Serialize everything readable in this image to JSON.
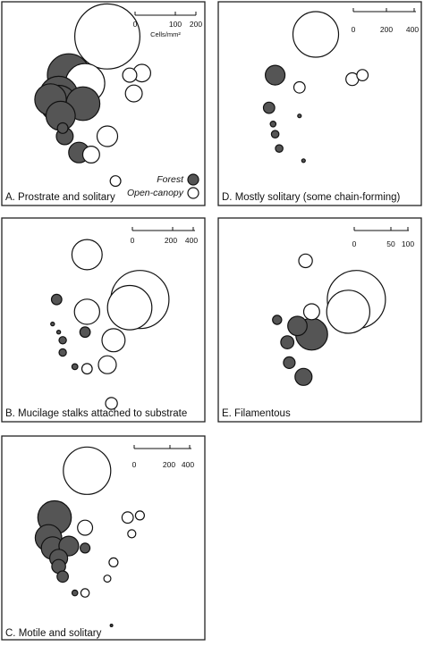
{
  "chart_data": [
    {
      "type": "bubble-map",
      "title": "A. Prostrate and solitary",
      "scale": {
        "ticks": [
          "0",
          "100",
          "200"
        ],
        "unit": "Cells/mm²"
      },
      "legend": [
        {
          "label": "Forest",
          "color": "#555555"
        },
        {
          "label": "Open-canopy",
          "color": "#ffffff"
        }
      ],
      "series": [
        {
          "name": "Forest",
          "points": [
            {
              "x": 0.33,
              "y": 0.36,
              "v": 130
            },
            {
              "x": 0.28,
              "y": 0.46,
              "v": 105
            },
            {
              "x": 0.24,
              "y": 0.48,
              "v": 70
            },
            {
              "x": 0.28,
              "y": 0.5,
              "v": 95
            },
            {
              "x": 0.29,
              "y": 0.56,
              "v": 60
            },
            {
              "x": 0.4,
              "y": 0.5,
              "v": 80
            },
            {
              "x": 0.31,
              "y": 0.66,
              "v": 20
            },
            {
              "x": 0.3,
              "y": 0.62,
              "v": 8
            },
            {
              "x": 0.38,
              "y": 0.74,
              "v": 30
            }
          ]
        },
        {
          "name": "Open-canopy",
          "points": [
            {
              "x": 0.52,
              "y": 0.17,
              "v": 300
            },
            {
              "x": 0.41,
              "y": 0.4,
              "v": 110
            },
            {
              "x": 0.63,
              "y": 0.36,
              "v": 14
            },
            {
              "x": 0.69,
              "y": 0.35,
              "v": 22
            },
            {
              "x": 0.65,
              "y": 0.45,
              "v": 20
            },
            {
              "x": 0.52,
              "y": 0.66,
              "v": 30
            },
            {
              "x": 0.44,
              "y": 0.75,
              "v": 20
            },
            {
              "x": 0.56,
              "y": 0.88,
              "v": 8
            }
          ]
        }
      ]
    },
    {
      "type": "bubble-map",
      "title": "D. Mostly solitary (some chain-forming)",
      "scale": {
        "ticks": [
          "0",
          "200",
          "400"
        ]
      },
      "series": [
        {
          "name": "Forest",
          "points": [
            {
              "x": 0.28,
              "y": 0.36,
              "v": 120
            },
            {
              "x": 0.25,
              "y": 0.52,
              "v": 40
            },
            {
              "x": 0.27,
              "y": 0.6,
              "v": 10
            },
            {
              "x": 0.28,
              "y": 0.65,
              "v": 18
            },
            {
              "x": 0.3,
              "y": 0.72,
              "v": 18
            },
            {
              "x": 0.4,
              "y": 0.56,
              "v": 4
            },
            {
              "x": 0.42,
              "y": 0.78,
              "v": 4
            }
          ]
        },
        {
          "name": "Open-canopy",
          "points": [
            {
              "x": 0.48,
              "y": 0.16,
              "v": 650
            },
            {
              "x": 0.4,
              "y": 0.42,
              "v": 40
            },
            {
              "x": 0.66,
              "y": 0.38,
              "v": 50
            },
            {
              "x": 0.71,
              "y": 0.36,
              "v": 40
            }
          ]
        }
      ]
    },
    {
      "type": "bubble-map",
      "title": "B. Mucilage stalks attached to substrate",
      "scale": {
        "ticks": [
          "0",
          "200",
          "400"
        ]
      },
      "series": [
        {
          "name": "Forest",
          "points": [
            {
              "x": 0.27,
              "y": 0.4,
              "v": 30
            },
            {
              "x": 0.25,
              "y": 0.52,
              "v": 4
            },
            {
              "x": 0.28,
              "y": 0.56,
              "v": 4
            },
            {
              "x": 0.3,
              "y": 0.6,
              "v": 15
            },
            {
              "x": 0.3,
              "y": 0.66,
              "v": 15
            },
            {
              "x": 0.36,
              "y": 0.73,
              "v": 10
            },
            {
              "x": 0.41,
              "y": 0.56,
              "v": 30
            }
          ]
        },
        {
          "name": "Open-canopy",
          "points": [
            {
              "x": 0.42,
              "y": 0.18,
              "v": 260
            },
            {
              "x": 0.42,
              "y": 0.46,
              "v": 180
            },
            {
              "x": 0.63,
              "y": 0.44,
              "v": 560
            },
            {
              "x": 0.68,
              "y": 0.4,
              "v": 960
            },
            {
              "x": 0.55,
              "y": 0.6,
              "v": 150
            },
            {
              "x": 0.52,
              "y": 0.72,
              "v": 90
            },
            {
              "x": 0.42,
              "y": 0.74,
              "v": 30
            },
            {
              "x": 0.54,
              "y": 0.91,
              "v": 40
            }
          ]
        }
      ]
    },
    {
      "type": "bubble-map",
      "title": "E. Filamentous",
      "scale": {
        "ticks": [
          "0",
          "50",
          "100"
        ]
      },
      "series": [
        {
          "name": "Forest",
          "points": [
            {
              "x": 0.46,
              "y": 0.57,
              "v": 60
            },
            {
              "x": 0.39,
              "y": 0.53,
              "v": 22
            },
            {
              "x": 0.29,
              "y": 0.5,
              "v": 5
            },
            {
              "x": 0.34,
              "y": 0.61,
              "v": 10
            },
            {
              "x": 0.35,
              "y": 0.71,
              "v": 8
            },
            {
              "x": 0.42,
              "y": 0.78,
              "v": 17
            }
          ]
        },
        {
          "name": "Open-canopy",
          "points": [
            {
              "x": 0.43,
              "y": 0.21,
              "v": 11
            },
            {
              "x": 0.68,
              "y": 0.4,
              "v": 200
            },
            {
              "x": 0.64,
              "y": 0.46,
              "v": 110
            },
            {
              "x": 0.46,
              "y": 0.46,
              "v": 15
            }
          ]
        }
      ]
    },
    {
      "type": "bubble-map",
      "title": "C. Motile and solitary",
      "scale": {
        "ticks": [
          "0",
          "200",
          "400"
        ]
      },
      "series": [
        {
          "name": "Forest",
          "points": [
            {
              "x": 0.26,
              "y": 0.4,
              "v": 350
            },
            {
              "x": 0.23,
              "y": 0.5,
              "v": 220
            },
            {
              "x": 0.25,
              "y": 0.55,
              "v": 160
            },
            {
              "x": 0.28,
              "y": 0.6,
              "v": 100
            },
            {
              "x": 0.33,
              "y": 0.54,
              "v": 120
            },
            {
              "x": 0.28,
              "y": 0.64,
              "v": 60
            },
            {
              "x": 0.3,
              "y": 0.69,
              "v": 40
            },
            {
              "x": 0.41,
              "y": 0.55,
              "v": 30
            },
            {
              "x": 0.36,
              "y": 0.77,
              "v": 10
            },
            {
              "x": 0.54,
              "y": 0.93,
              "v": 2
            }
          ]
        },
        {
          "name": "Open-canopy",
          "points": [
            {
              "x": 0.42,
              "y": 0.17,
              "v": 700
            },
            {
              "x": 0.41,
              "y": 0.45,
              "v": 70
            },
            {
              "x": 0.62,
              "y": 0.4,
              "v": 40
            },
            {
              "x": 0.68,
              "y": 0.39,
              "v": 25
            },
            {
              "x": 0.64,
              "y": 0.48,
              "v": 20
            },
            {
              "x": 0.55,
              "y": 0.62,
              "v": 25
            },
            {
              "x": 0.52,
              "y": 0.7,
              "v": 15
            },
            {
              "x": 0.41,
              "y": 0.77,
              "v": 22
            }
          ]
        }
      ]
    }
  ]
}
